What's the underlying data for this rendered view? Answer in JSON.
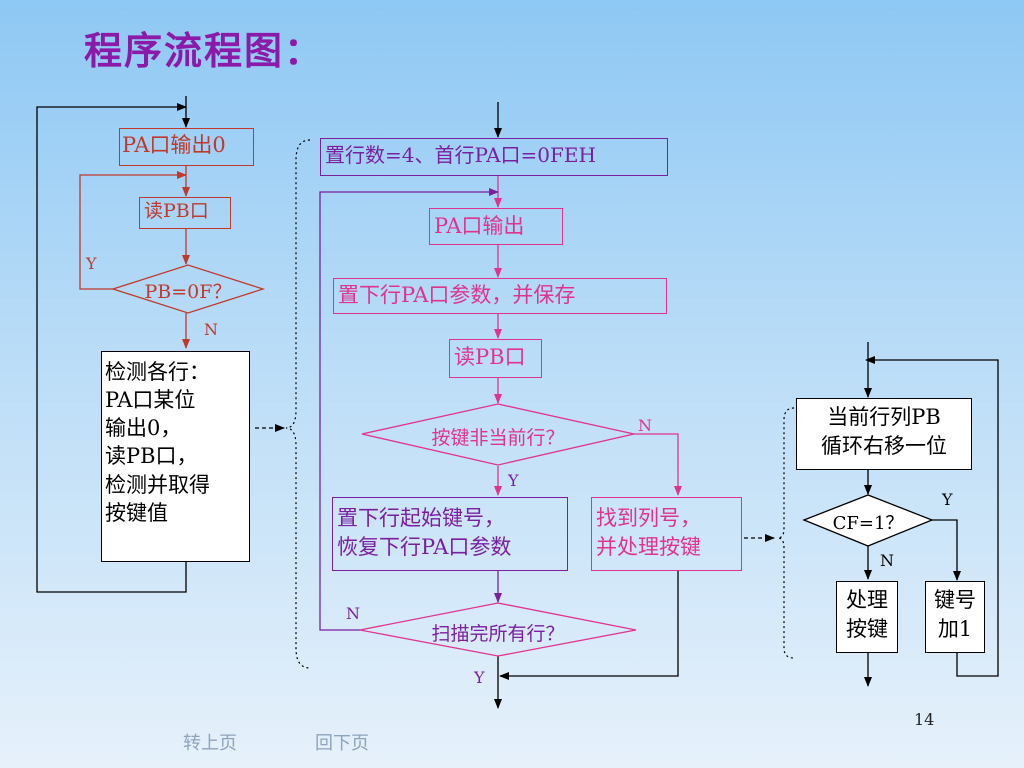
{
  "title": "程序流程图：",
  "left_flow": {
    "pa_out0": "PA口输出0",
    "read_pb": "读PB口",
    "decision": "PB=0F？",
    "yes": "Y",
    "no": "N",
    "detect_lines": [
      "检测各行：",
      "PA口某位",
      "输出0，",
      "读PB口，",
      "检测并取得",
      "按键值"
    ]
  },
  "middle_flow": {
    "init": "置行数=4、首行PA口=0FEH",
    "pa_out": "PA口输出",
    "set_next": "置下行PA口参数，并保存",
    "read_pb": "读PB口",
    "decision_key": "按键非当前行？",
    "key_yes": "Y",
    "key_no": "N",
    "restore_lines": [
      "置下行起始键号，",
      "恢复下行PA口参数"
    ],
    "found_lines": [
      "找到列号，",
      "并处理按键"
    ],
    "decision_scan": "扫描完所有行？",
    "scan_yes": "Y",
    "scan_no": "N"
  },
  "right_flow": {
    "shift_lines": [
      "当前行列PB",
      "循环右移一位"
    ],
    "decision_cf": "CF=1？",
    "cf_yes": "Y",
    "cf_no": "N",
    "handle_lines": [
      "处理",
      "按键"
    ],
    "inc_lines": [
      "键号",
      "加1"
    ]
  },
  "footer": {
    "page_number": "14",
    "prev_page": "转上页",
    "next_page": "回下页"
  },
  "colors": {
    "title": "#8b1aa8",
    "left": "#c0392b",
    "middle_box": "#7a1fa2",
    "middle_flow": "#e0338f",
    "right": "#000000"
  }
}
